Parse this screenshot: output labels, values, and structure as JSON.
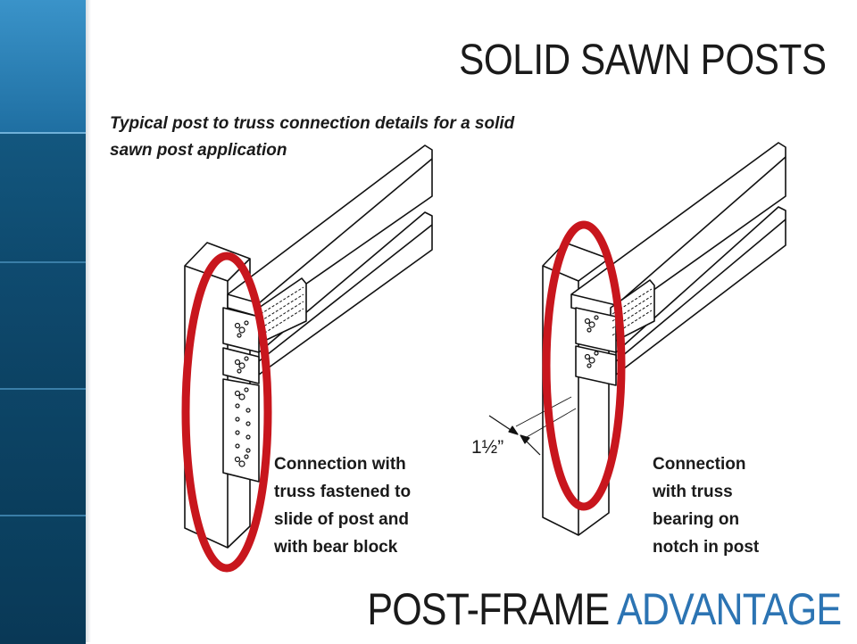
{
  "slide": {
    "title": "SOLID SAWN POSTS",
    "subtitle": "Typical post to truss connection details for a solid sawn post application",
    "captions": {
      "left": "Connection with\ntruss fastened to\nslide of post and\nwith bear block",
      "right": "Connection\nwith truss\nbearing on\nnotch in post"
    },
    "dimension_label": "1½”",
    "brand": {
      "part1": "POST-FRAME",
      "part2": "ADVANTAGE"
    }
  },
  "colors": {
    "highlight_ellipse": "#c8161d",
    "brand_accent": "#2c74b3",
    "sidebar_top": "#2b82b8",
    "sidebar_bottom": "#0a3f5e"
  },
  "icons": [
    "truss-plate-icon",
    "fastener-dots-icon",
    "dimension-arrow-icon"
  ]
}
